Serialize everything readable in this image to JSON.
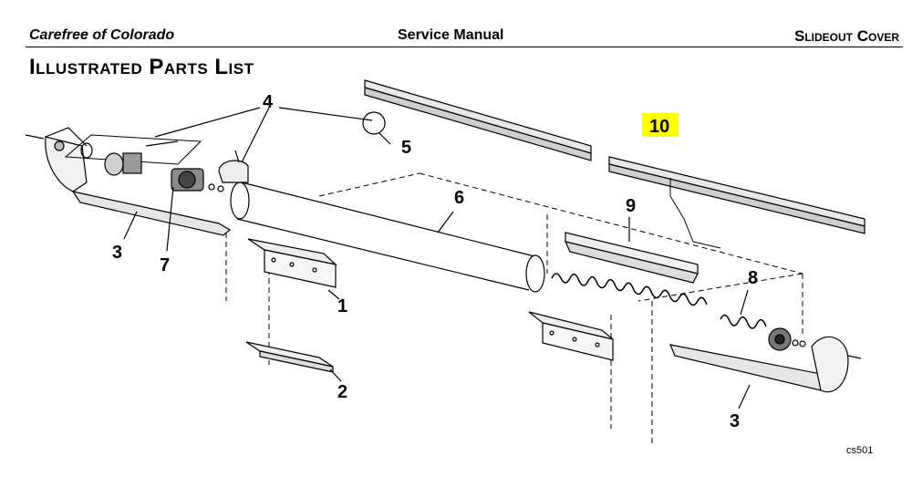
{
  "header": {
    "left": "Carefree of Colorado",
    "center": "Service Manual",
    "right": "Slideout Cover"
  },
  "page_title": "Illustrated Parts List",
  "callouts": {
    "c1": "1",
    "c2": "2",
    "c3a": "3",
    "c3b": "3",
    "c4": "4",
    "c5": "5",
    "c6": "6",
    "c7": "7",
    "c8": "8",
    "c9": "9",
    "c10": "10"
  },
  "highlight_color": "#ffff00",
  "drawing_code": "cs501"
}
